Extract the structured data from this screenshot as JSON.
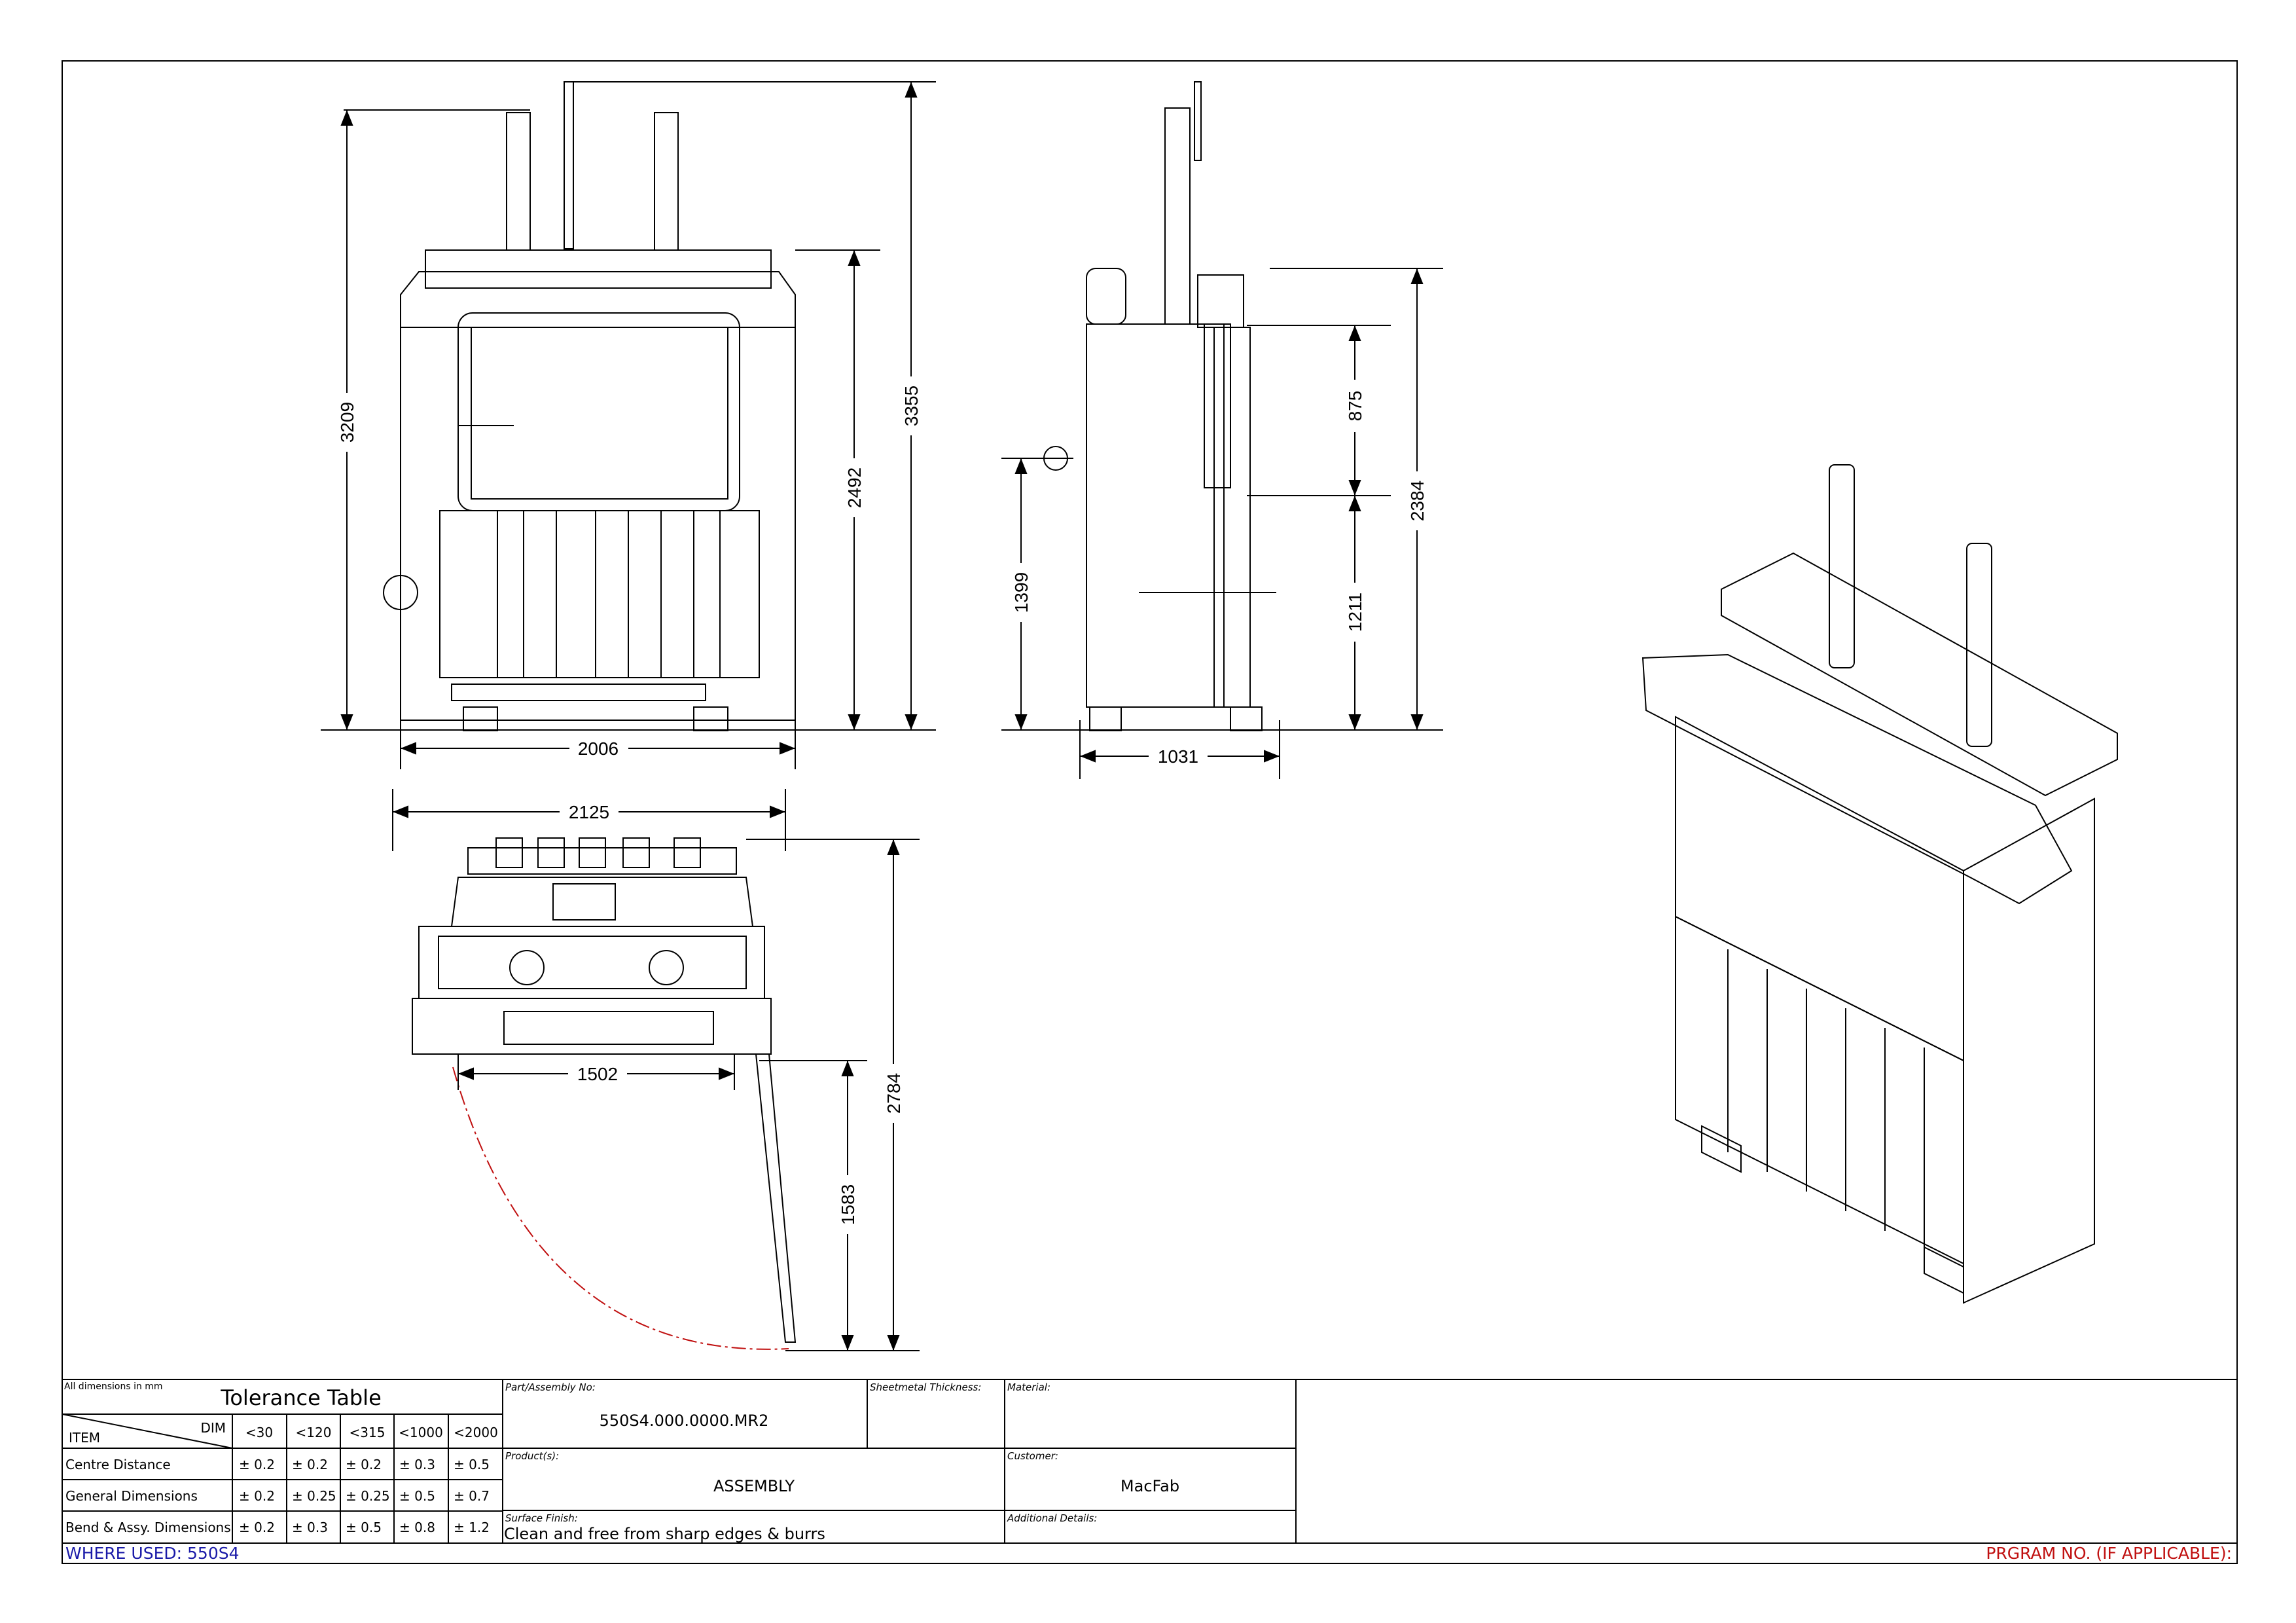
{
  "dimensions": {
    "front": {
      "height_left": "3209",
      "height_mid": "2492",
      "height_total": "3355",
      "width": "2006"
    },
    "side": {
      "height_low": "1399",
      "height_upper": "875",
      "height_lower": "1211",
      "height_total": "2384",
      "depth": "1031"
    },
    "top": {
      "width": "2125",
      "inner_width": "1502",
      "door_swing": "1583",
      "depth_total": "2784"
    }
  },
  "title_block": {
    "units_note": "All dimensions in mm",
    "tolerance": {
      "title": "Tolerance Table",
      "item_label": "ITEM",
      "dim_label": "DIM",
      "columns": [
        "<30",
        "<120",
        "<315",
        "<1000",
        "<2000"
      ],
      "rows": [
        {
          "label": "Centre Distance",
          "values": [
            "± 0.2",
            "± 0.2",
            "± 0.2",
            "± 0.3",
            "± 0.5"
          ]
        },
        {
          "label": "General Dimensions",
          "values": [
            "± 0.2",
            "± 0.25",
            "± 0.25",
            "± 0.5",
            "± 0.7"
          ]
        },
        {
          "label": "Bend & Assy. Dimensions",
          "values": [
            "± 0.2",
            "± 0.3",
            "± 0.5",
            "± 0.8",
            "± 1.2"
          ]
        }
      ]
    },
    "part_no_label": "Part/Assembly No:",
    "part_no": "550S4.000.0000.MR2",
    "sheetmetal_label": "Sheetmetal Thickness:",
    "material_label": "Material:",
    "products_label": "Product(s):",
    "products": "ASSEMBLY",
    "customer_label": "Customer:",
    "customer": "MacFab",
    "surface_label": "Surface Finish:",
    "surface": "Clean and free from sharp edges & burrs",
    "additional_label": "Additional Details:",
    "where_used": "WHERE USED: 550S4",
    "program_no": "PRGRAM NO. (IF APPLICABLE):"
  }
}
